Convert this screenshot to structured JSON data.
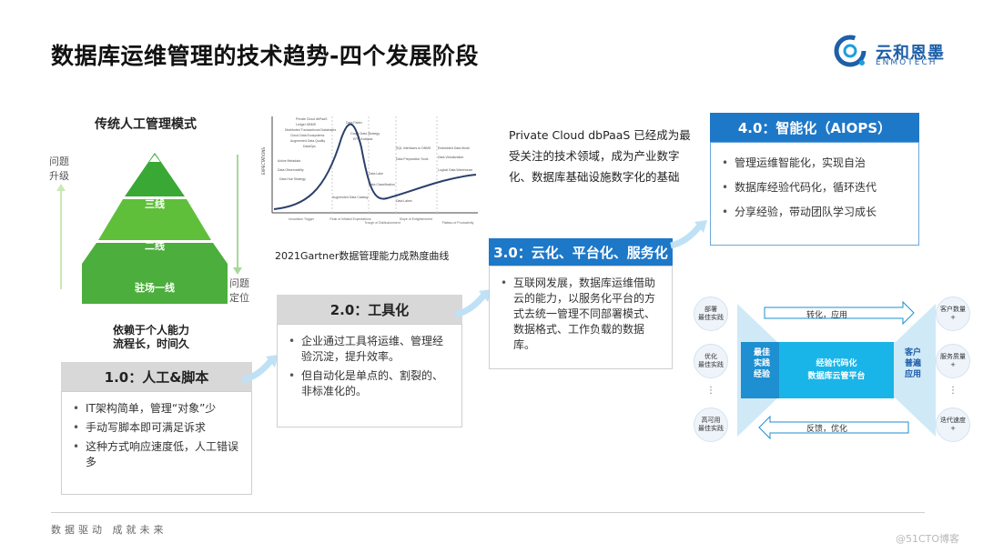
{
  "title": "数据库运维管理的技术趋势-四个发展阶段",
  "logo": {
    "cn": "云和恩墨",
    "en": "ENMOTECH",
    "icon": "enmotech-logo-icon"
  },
  "pyramid": {
    "title": "传统人工管理模式",
    "top_label": "问题\n升级",
    "bottom_label": "问题\n定位",
    "tiers": [
      "三线",
      "二线",
      "驻场一线"
    ],
    "caption": "依赖于个人能力\n流程长，时间久",
    "colors": {
      "top": "#3aaa35",
      "mid": "#5fbf3a",
      "bottom": "#4cae3c",
      "apex": "#ffffff",
      "arrow_up": "#c9e8b8",
      "arrow_down": "#a8d89a"
    }
  },
  "stage1": {
    "title": "1.0：人工&脚本",
    "bullets": [
      "IT架构简单，管理“对象”少",
      "手动写脚本即可满足诉求",
      "这种方式响应速度低，人工错误多"
    ]
  },
  "stage2": {
    "title": "2.0：工具化",
    "bullets": [
      "企业通过工具将运维、管理经验沉淀，提升效率。",
      "但自动化是单点的、割裂的、非标准化的。"
    ]
  },
  "gartner": {
    "caption": "2021Gartner数据管理能力成熟度曲线",
    "y_axis": "EXPECTATIONS",
    "phases": [
      "Innovation Trigger",
      "Peak of Inflated Expectations",
      "Trough of Disillusionment",
      "Slope of Enlightenment",
      "Plateau of Productivity"
    ]
  },
  "private_cloud": {
    "text": "Private Cloud dbPaaS 已经成为最受关注的技术领域，成为产业数字化、数据库基础设施数字化的基础"
  },
  "stage3": {
    "title": "3.0：云化、平台化、服务化",
    "bullets": [
      "互联网发展，数据库运维借助云的能力，以服务化平台的方式去统一管理不同部署模式、数据格式、工作负载的数据库。"
    ]
  },
  "stage4": {
    "title": "4.0：智能化（AIOPS）",
    "bullets": [
      "管理运维智能化，实现自治",
      "数据库经验代码化，循环迭代",
      "分享经验，带动团队学习成长"
    ]
  },
  "diagram": {
    "top_arrow": "转化，应用",
    "bottom_arrow": "反馈，优化",
    "center_line1": "经验代码化",
    "center_line2": "数据库云管平台",
    "left_block": "最佳\n实践\n经验",
    "right_block": "客户\n普遍\n应用",
    "left_circles": [
      "部署\n最佳实践",
      "优化\n最佳实践",
      "高可用\n最佳实践"
    ],
    "right_circles": [
      "客户数量\n+",
      "服务质量\n+",
      "迭代速度\n+"
    ],
    "dots": "⋮",
    "colors": {
      "cyan": "#19b5e8",
      "light": "#cfe9f7",
      "dark": "#1e8fd0"
    }
  },
  "footer": {
    "slogan": "数据驱动   成就未来"
  },
  "watermark": "@51CTO博客"
}
